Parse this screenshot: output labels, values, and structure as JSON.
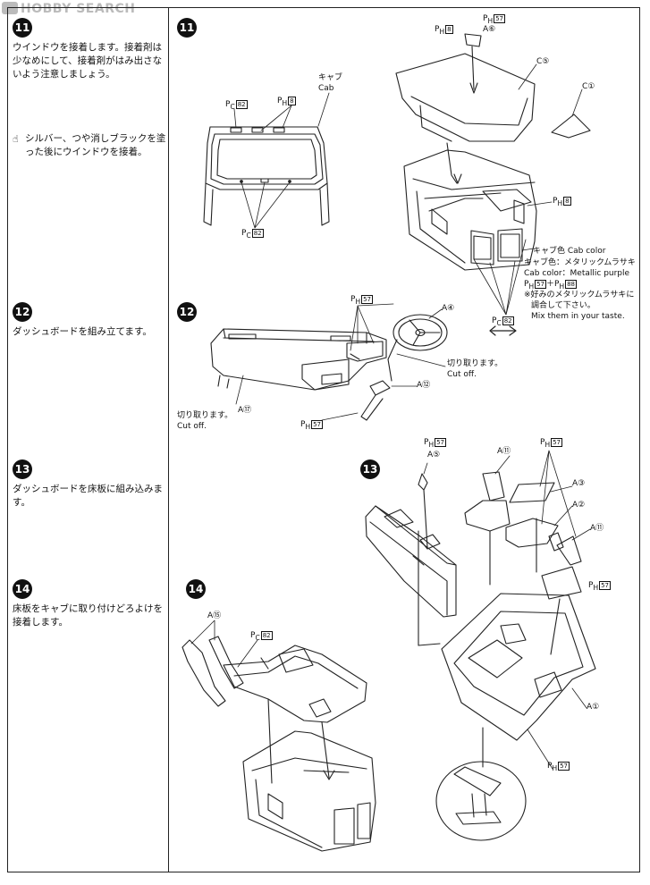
{
  "watermark": "HOBBY SEARCH",
  "steps": {
    "s11": {
      "num": "11",
      "text": "ウインドウを接着します。接着剤は少なめにして、接着剤がはみ出さないよう注意しましょう。",
      "paint_note": "シルバー、つや消しブラックを塗った後にウインドウを接着。"
    },
    "s12": {
      "num": "12",
      "text": "ダッシュボードを組み立てます。"
    },
    "s13": {
      "num": "13",
      "text": "ダッシュボードを床板に組み込みます。"
    },
    "s14": {
      "num": "14",
      "text": "床板をキャブに取り付けどろよけを接着します。"
    }
  },
  "labels": {
    "cab_jp": "キャブ",
    "cab_en": "Cab",
    "pc82": "82",
    "ph8": "8",
    "ph57": "57",
    "ph88": "88",
    "c5": "C⑤",
    "c1": "C①",
    "a6": "A⑥",
    "a4": "A④",
    "a12": "A⑫",
    "a17": "A⑰",
    "a5": "A⑤",
    "a11": "A⑪",
    "a3": "A③",
    "a2": "A②",
    "a1": "A①",
    "a15": "A⑮",
    "cab_color_line1": "キャブ色 Cab color",
    "cab_color_line2": "キャブ色：メタリックムラサキ",
    "cab_color_line3": "Cab color：Metallic purple",
    "cab_color_line4": "※好みのメタリックムラサキに",
    "cab_color_line5": "調合して下さい。",
    "cab_color_line6": "Mix them in your taste.",
    "cutoff_jp": "切り取ります。",
    "cutoff_en": "Cut off.",
    "plus": "＋",
    "ph_prefix": "P",
    "ph_sub": "H",
    "pc_sub": "C"
  },
  "colors": {
    "ink": "#111111",
    "line": "#222222",
    "watermark": "#bbbbbb"
  }
}
